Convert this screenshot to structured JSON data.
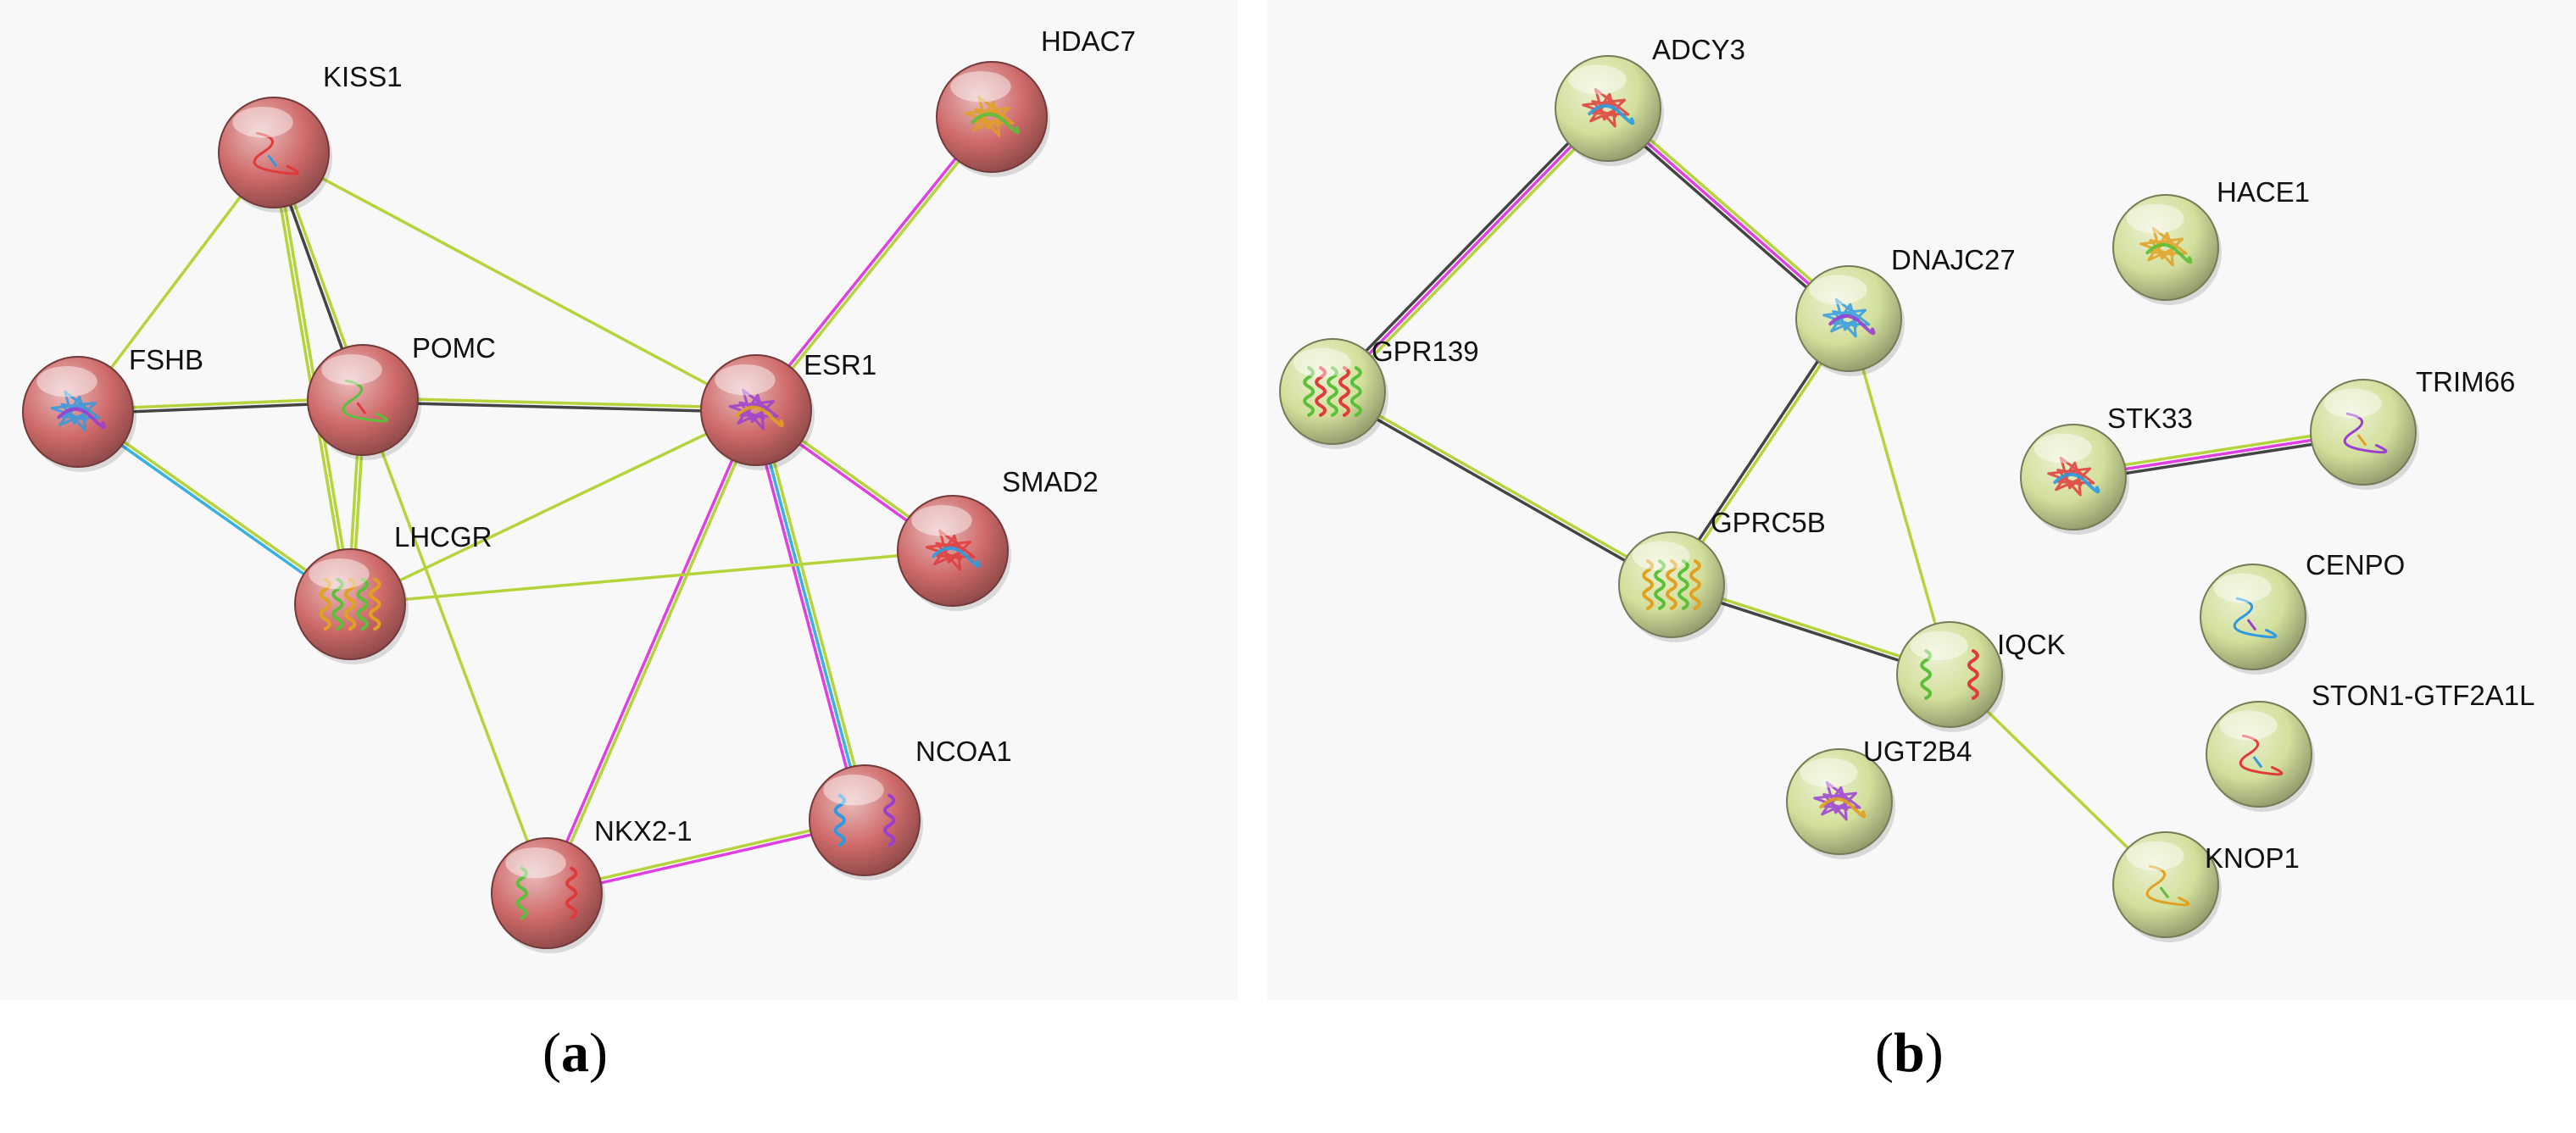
{
  "panels": [
    {
      "id": "a",
      "caption_letter": "a",
      "node_color": "#cf6a6a",
      "nodes": [
        {
          "name": "KISS1",
          "structure": "coil"
        },
        {
          "name": "HDAC7",
          "structure": "globular"
        },
        {
          "name": "FSHB",
          "structure": "globular"
        },
        {
          "name": "POMC",
          "structure": "coil"
        },
        {
          "name": "ESR1",
          "structure": "globular"
        },
        {
          "name": "SMAD2",
          "structure": "globular"
        },
        {
          "name": "LHCGR",
          "structure": "helix-bundle"
        },
        {
          "name": "NCOA1",
          "structure": "helix"
        },
        {
          "name": "NKX2-1",
          "structure": "helix"
        }
      ],
      "edges": [
        {
          "source": "KISS1",
          "target": "FSHB",
          "evidence": [
            "#b5d43b"
          ]
        },
        {
          "source": "KISS1",
          "target": "POMC",
          "evidence": [
            "#b5d43b",
            "#444444"
          ]
        },
        {
          "source": "KISS1",
          "target": "LHCGR",
          "evidence": [
            "#b5d43b",
            "#b5d43b"
          ]
        },
        {
          "source": "KISS1",
          "target": "ESR1",
          "evidence": [
            "#b5d43b"
          ]
        },
        {
          "source": "FSHB",
          "target": "POMC",
          "evidence": [
            "#b5d43b",
            "#444444"
          ]
        },
        {
          "source": "FSHB",
          "target": "LHCGR",
          "evidence": [
            "#b5d43b",
            "#39b1e0"
          ]
        },
        {
          "source": "POMC",
          "target": "ESR1",
          "evidence": [
            "#b5d43b",
            "#444444"
          ]
        },
        {
          "source": "POMC",
          "target": "LHCGR",
          "evidence": [
            "#b5d43b",
            "#b5d43b"
          ]
        },
        {
          "source": "POMC",
          "target": "NKX2-1",
          "evidence": [
            "#b5d43b"
          ]
        },
        {
          "source": "HDAC7",
          "target": "ESR1",
          "evidence": [
            "#b5d43b",
            "#e040e0"
          ]
        },
        {
          "source": "ESR1",
          "target": "SMAD2",
          "evidence": [
            "#b5d43b",
            "#e040e0"
          ]
        },
        {
          "source": "ESR1",
          "target": "LHCGR",
          "evidence": [
            "#b5d43b"
          ]
        },
        {
          "source": "ESR1",
          "target": "NKX2-1",
          "evidence": [
            "#b5d43b",
            "#e040e0"
          ]
        },
        {
          "source": "ESR1",
          "target": "NCOA1",
          "evidence": [
            "#b5d43b",
            "#39b1e0",
            "#e040e0"
          ]
        },
        {
          "source": "LHCGR",
          "target": "SMAD2",
          "evidence": [
            "#b5d43b"
          ]
        },
        {
          "source": "NKX2-1",
          "target": "NCOA1",
          "evidence": [
            "#b5d43b",
            "#e040e0"
          ]
        }
      ]
    },
    {
      "id": "b",
      "caption_letter": "b",
      "node_color": "#d3df9c",
      "nodes": [
        {
          "name": "ADCY3",
          "structure": "globular"
        },
        {
          "name": "HACE1",
          "structure": "globular"
        },
        {
          "name": "DNAJC27",
          "structure": "globular"
        },
        {
          "name": "GPR139",
          "structure": "helix-bundle"
        },
        {
          "name": "TRIM66",
          "structure": "coil"
        },
        {
          "name": "STK33",
          "structure": "globular"
        },
        {
          "name": "GPRC5B",
          "structure": "helix-bundle"
        },
        {
          "name": "CENPO",
          "structure": "coil"
        },
        {
          "name": "IQCK",
          "structure": "helix"
        },
        {
          "name": "UGT2B4",
          "structure": "globular"
        },
        {
          "name": "STON1-GTF2A1L",
          "structure": "coil"
        },
        {
          "name": "KNOP1",
          "structure": "coil"
        }
      ],
      "edges": [
        {
          "source": "ADCY3",
          "target": "GPR139",
          "evidence": [
            "#b5d43b",
            "#e040e0",
            "#444444"
          ]
        },
        {
          "source": "ADCY3",
          "target": "DNAJC27",
          "evidence": [
            "#b5d43b",
            "#e040e0",
            "#444444"
          ]
        },
        {
          "source": "GPR139",
          "target": "GPRC5B",
          "evidence": [
            "#b5d43b",
            "#444444"
          ]
        },
        {
          "source": "DNAJC27",
          "target": "GPRC5B",
          "evidence": [
            "#b5d43b",
            "#444444"
          ]
        },
        {
          "source": "DNAJC27",
          "target": "IQCK",
          "evidence": [
            "#b5d43b"
          ]
        },
        {
          "source": "GPRC5B",
          "target": "IQCK",
          "evidence": [
            "#b5d43b",
            "#444444"
          ]
        },
        {
          "source": "IQCK",
          "target": "KNOP1",
          "evidence": [
            "#b5d43b"
          ]
        },
        {
          "source": "STK33",
          "target": "TRIM66",
          "evidence": [
            "#b5d43b",
            "#e040e0",
            "#444444"
          ]
        }
      ]
    }
  ]
}
